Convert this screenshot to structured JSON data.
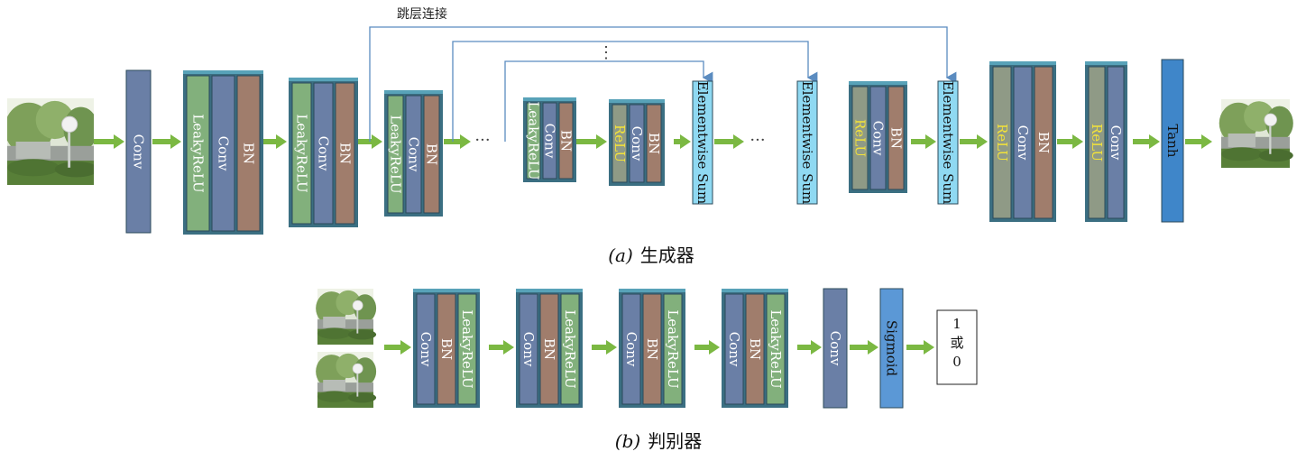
{
  "generator": {
    "skip_label": "跳层连接",
    "caption_letter": "(a)",
    "caption_text": "生成器",
    "blocks": [
      {
        "layers": [
          "Conv"
        ]
      },
      {
        "layers": [
          "LeakyReLU",
          "Conv",
          "BN"
        ]
      },
      {
        "layers": [
          "LeakyReLU",
          "Conv",
          "BN"
        ]
      },
      {
        "layers": [
          "LeakyReLU",
          "Conv",
          "BN"
        ]
      },
      {
        "layers": [
          "LeakyReLU",
          "Conv",
          "BN"
        ]
      },
      {
        "layers": [
          "ReLU",
          "Conv",
          "BN"
        ]
      },
      {
        "layers": [
          "Elementwise Sum"
        ]
      },
      {
        "layers": [
          "Elementwise Sum"
        ]
      },
      {
        "layers": [
          "ReLU",
          "Conv",
          "BN"
        ]
      },
      {
        "layers": [
          "Elementwise Sum"
        ]
      },
      {
        "layers": [
          "ReLU",
          "Conv",
          "BN"
        ]
      },
      {
        "layers": [
          "ReLU",
          "Conv"
        ]
      },
      {
        "layers": [
          "Tanh"
        ]
      }
    ],
    "ellipsis": "···",
    "vertical_ellipsis": "⋮"
  },
  "discriminator": {
    "caption_letter": "(b)",
    "caption_text": "判别器",
    "blocks": [
      {
        "layers": [
          "Conv",
          "BN",
          "LeakyReLU"
        ]
      },
      {
        "layers": [
          "Conv",
          "BN",
          "LeakyReLU"
        ]
      },
      {
        "layers": [
          "Conv",
          "BN",
          "LeakyReLU"
        ]
      },
      {
        "layers": [
          "Conv",
          "BN",
          "LeakyReLU"
        ]
      },
      {
        "layers": [
          "Conv"
        ]
      },
      {
        "layers": [
          "Sigmoid"
        ]
      }
    ],
    "output_lines": [
      "1",
      "或",
      "0"
    ]
  },
  "colors": {
    "conv": "#6a7fa6",
    "bn": "#a07d6c",
    "leaky": "#82b07c",
    "relu_box": "#8f9a86",
    "sum": "#8fd9f2",
    "tanh": "#3f86c9",
    "sigmoid": "#5b98d6",
    "frame": "#2f6f86",
    "arrow": "#7bb842",
    "skip_line": "#5b8cc0"
  }
}
